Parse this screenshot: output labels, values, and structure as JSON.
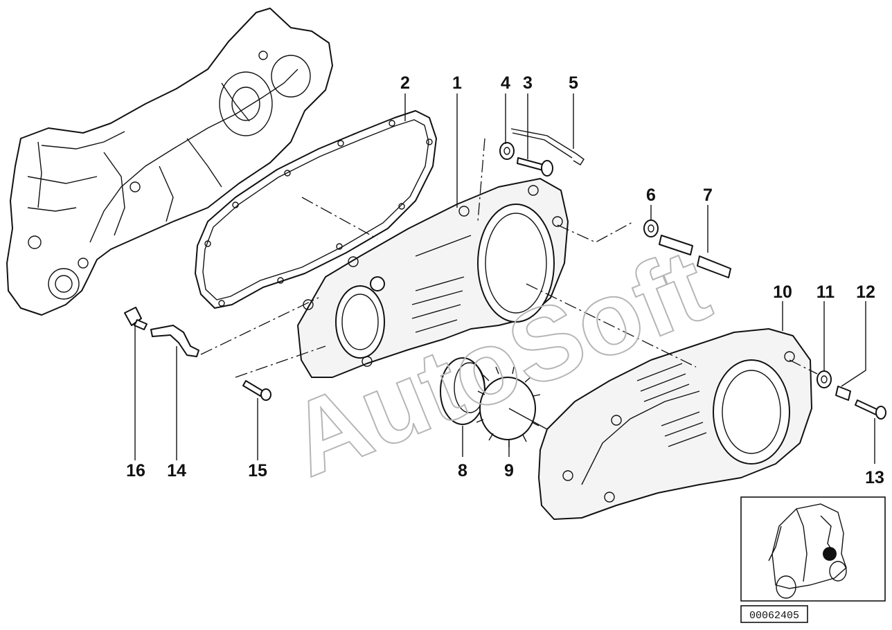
{
  "diagram": {
    "callouts": [
      {
        "id": "1",
        "label": "1"
      },
      {
        "id": "2",
        "label": "2"
      },
      {
        "id": "3",
        "label": "3"
      },
      {
        "id": "4",
        "label": "4"
      },
      {
        "id": "5",
        "label": "5"
      },
      {
        "id": "6",
        "label": "6"
      },
      {
        "id": "7",
        "label": "7"
      },
      {
        "id": "8",
        "label": "8"
      },
      {
        "id": "9",
        "label": "9"
      },
      {
        "id": "10",
        "label": "10"
      },
      {
        "id": "11",
        "label": "11"
      },
      {
        "id": "12",
        "label": "12"
      },
      {
        "id": "13",
        "label": "13"
      },
      {
        "id": "14",
        "label": "14"
      },
      {
        "id": "15",
        "label": "15"
      },
      {
        "id": "16",
        "label": "16"
      }
    ],
    "reference_number": "00062405",
    "watermark": "AutoSoft"
  }
}
